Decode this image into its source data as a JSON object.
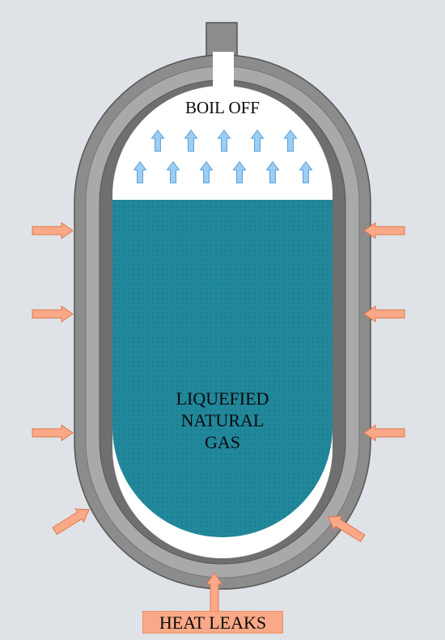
{
  "diagram": {
    "boil_off_label": "BOIL OFF",
    "lng_label_lines": [
      "LIQUEFIED",
      "NATURAL",
      "GAS"
    ],
    "heat_leaks_label": "HEAT LEAKS",
    "colors": {
      "background": "#dfe3e7",
      "outer_shell": "#8c8c8c",
      "insulation": "#a9a9a9",
      "inner_wall": "#6f6f6f",
      "vapor_space": "#ffffff",
      "liquid": "#21879a",
      "boil_off_arrows": "#9ccdf2",
      "heat_arrows": "#f9a987"
    },
    "icons": {
      "boil_off_arrow": "arrow-up-icon",
      "heat_leak_arrow": "arrow-icon"
    }
  }
}
